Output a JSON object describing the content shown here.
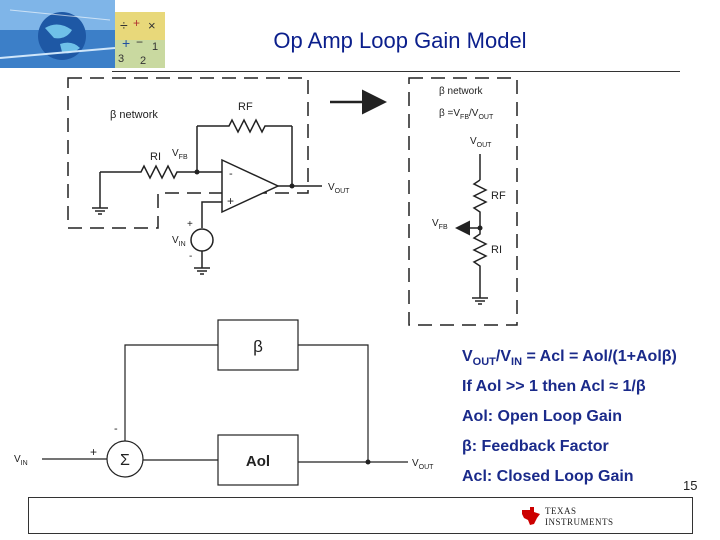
{
  "slide": {
    "title": "Op Amp Loop Gain Model",
    "number": "15"
  },
  "left_circuit": {
    "beta_network_label": "β network",
    "rf_label": "RF",
    "ri_label": "RI",
    "vfb_label": "V",
    "vfb_sub": "FB",
    "vout_label": "V",
    "vout_sub": "OUT",
    "vin_label": "V",
    "vin_sub": "IN",
    "minus": "-",
    "plus": "+"
  },
  "right_circuit": {
    "beta_network_label": "β network",
    "beta_formula": "β =V",
    "beta_formula_sub1": "FB",
    "beta_formula_mid": "/V",
    "beta_formula_sub2": "OUT",
    "vout_label": "V",
    "vout_sub": "OUT",
    "rf_label": "RF",
    "ri_label": "RI",
    "vfb_label": "V",
    "vfb_sub": "FB"
  },
  "block_diagram": {
    "beta_block": "β",
    "aol_block": "Aol",
    "sum_symbol": "Σ",
    "minus": "-",
    "plus": "+",
    "vin_label": "V",
    "vin_sub": "IN",
    "vout_label": "V",
    "vout_sub": "OUT"
  },
  "equations": {
    "line1": "V",
    "line1_sub1": "OUT",
    "line1_mid": "/V",
    "line1_sub2": "IN",
    "line1_rest": " = Acl = Aol/(1+Aolβ)",
    "line2": "If Aol >> 1 then Acl ≈ 1/β",
    "line3": "Aol: Open Loop Gain",
    "line4": "β: Feedback Factor",
    "line5": "Acl: Closed Loop Gain"
  },
  "logo": {
    "line1": "TEXAS",
    "line2": "INSTRUMENTS"
  },
  "colors": {
    "title": "#0b1f8c",
    "equations": "#1a2a8a",
    "logo_red": "#cc0000"
  },
  "icons": [
    "math-symbols-logo-icon",
    "globe-banner-icon",
    "texas-instruments-logo-icon"
  ]
}
